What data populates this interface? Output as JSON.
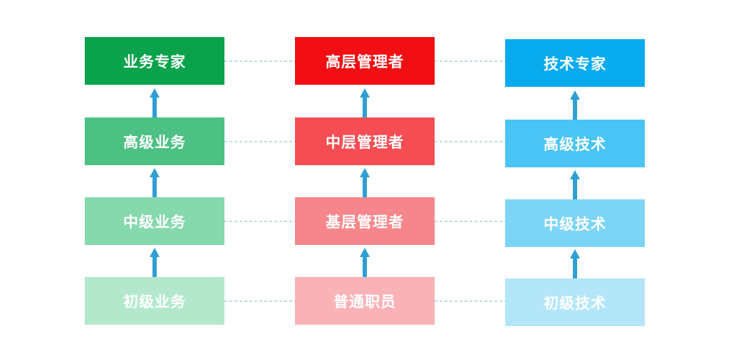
{
  "columns": [
    {
      "key": "business",
      "nodes": [
        {
          "label": "业务专家",
          "color": "#0aa24a"
        },
        {
          "label": "高级业务",
          "color": "#4cc183"
        },
        {
          "label": "中级业务",
          "color": "#86d8ad"
        },
        {
          "label": "初级业务",
          "color": "#b4e8cc"
        }
      ]
    },
    {
      "key": "management",
      "nodes": [
        {
          "label": "高层管理者",
          "color": "#f10f13"
        },
        {
          "label": "中层管理者",
          "color": "#f54d53"
        },
        {
          "label": "基层管理者",
          "color": "#f6868b"
        },
        {
          "label": "普通职员",
          "color": "#f9b2b6"
        }
      ]
    },
    {
      "key": "technical",
      "nodes": [
        {
          "label": "技术专家",
          "color": "#09abef"
        },
        {
          "label": "高级技术",
          "color": "#4ac4f4"
        },
        {
          "label": "中级技术",
          "color": "#7dd5f6"
        },
        {
          "label": "初级技术",
          "color": "#b3e6f9"
        }
      ]
    }
  ],
  "arrow_color": "#2f9fd3",
  "connector_color": "#7dbfc6"
}
